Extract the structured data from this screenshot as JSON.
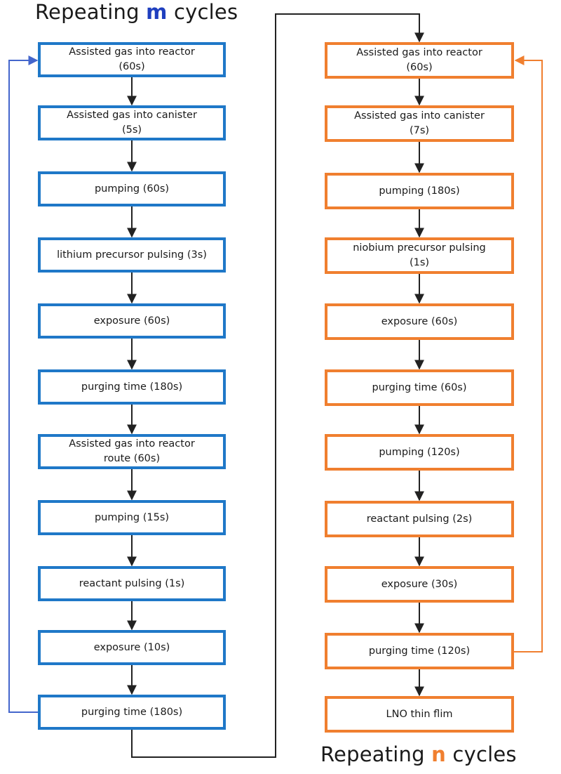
{
  "headings": {
    "m": {
      "pre": "Repeating ",
      "var": "m",
      "post": " cycles",
      "var_color": "#1f3fbf"
    },
    "n": {
      "pre": "Repeating ",
      "var": "n",
      "post": " cycles",
      "var_color": "#f07f2f"
    }
  },
  "colors": {
    "left_cycle": "#1f78c8",
    "left_loop_arrow": "#4466cc",
    "right_cycle": "#f07f2f",
    "connector": "#222222"
  },
  "left_steps": [
    {
      "line1": "Assisted gas into reactor",
      "line2": "(60s)"
    },
    {
      "line1": "Assisted gas into canister",
      "line2": "(5s)"
    },
    {
      "line1": "pumping (60s)",
      "line2": ""
    },
    {
      "line1": "lithium precursor pulsing (3s)",
      "line2": ""
    },
    {
      "line1": "exposure (60s)",
      "line2": ""
    },
    {
      "line1": "purging time (180s)",
      "line2": ""
    },
    {
      "line1": "Assisted gas into reactor",
      "line2": "route (60s)"
    },
    {
      "line1": "pumping (15s)",
      "line2": ""
    },
    {
      "line1": "reactant pulsing (1s)",
      "line2": ""
    },
    {
      "line1": "exposure (10s)",
      "line2": ""
    },
    {
      "line1": "purging time (180s)",
      "line2": ""
    }
  ],
  "right_steps": [
    {
      "line1": "Assisted gas into reactor",
      "line2": "(60s)"
    },
    {
      "line1": "Assisted gas into canister",
      "line2": "(7s)"
    },
    {
      "line1": "pumping (180s)",
      "line2": ""
    },
    {
      "line1": "niobium precursor pulsing",
      "line2": "(1s)"
    },
    {
      "line1": "exposure (60s)",
      "line2": ""
    },
    {
      "line1": "purging time (60s)",
      "line2": ""
    },
    {
      "line1": "pumping (120s)",
      "line2": ""
    },
    {
      "line1": "reactant pulsing (2s)",
      "line2": ""
    },
    {
      "line1": "exposure (30s)",
      "line2": ""
    },
    {
      "line1": "purging time (120s)",
      "line2": ""
    },
    {
      "line1": "LNO thin flim",
      "line2": ""
    }
  ]
}
